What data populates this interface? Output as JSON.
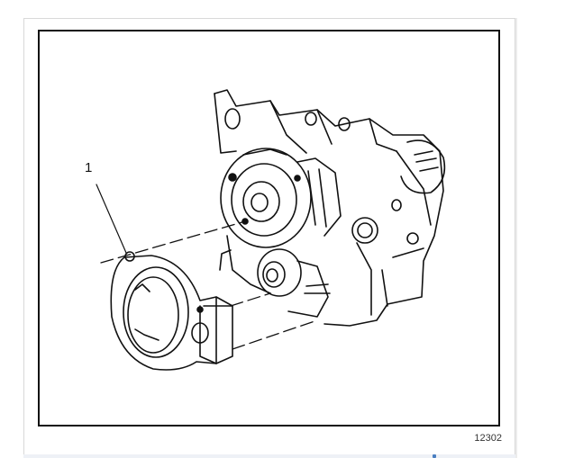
{
  "figure": {
    "id_label": "12302",
    "callouts": [
      {
        "number": "1",
        "target": "front-cover"
      }
    ],
    "content": "Exploded line illustration: front cover (1) being installed onto engine block front with water pump pulley, crankshaft, alignment dashed lines"
  },
  "icons": {
    "bottom_mark": "blue-marker"
  },
  "colors": {
    "frame": "#111111",
    "card_border": "#d9d9d9",
    "strip": "#eef1f6",
    "mark": "#4a7fc1"
  }
}
